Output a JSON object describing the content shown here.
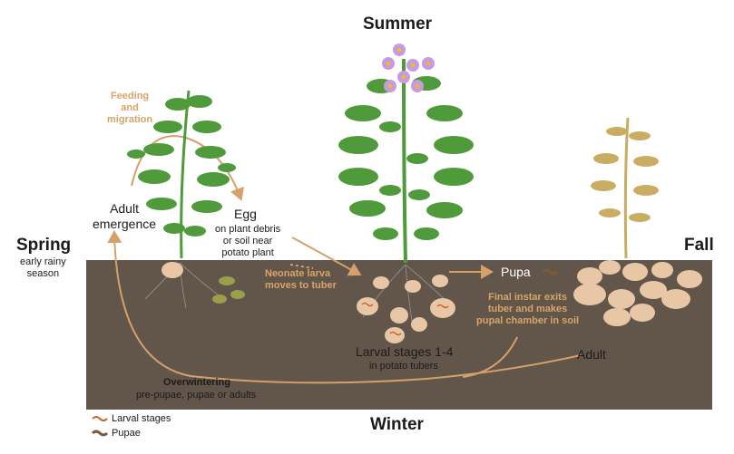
{
  "seasons": {
    "summer": "Summer",
    "spring": "Spring",
    "spring_note": [
      "early rainy",
      "season"
    ],
    "fall": "Fall",
    "winter": "Winter"
  },
  "stages": {
    "feeding": [
      "Feeding",
      "and",
      "migration"
    ],
    "adult_emergence": [
      "Adult",
      "emergence"
    ],
    "egg": "Egg",
    "egg_note": [
      "on plant debris",
      "or soil near",
      "potato plant"
    ],
    "neonate": [
      "Neonate larva",
      "moves to tuber"
    ],
    "pupa": "Pupa",
    "final_instar": [
      "Final instar exits",
      "tuber and makes",
      "pupal chamber in soil"
    ],
    "larval": "Larval stages 1-4",
    "larval_note": "in potato tubers",
    "adult": "Adult",
    "overwintering": "Overwintering",
    "overwintering_note": "pre-pupae, pupae or adults"
  },
  "legend": {
    "larval": "Larval stages",
    "pupae": "Pupae"
  },
  "colors": {
    "soil": "#62564b",
    "leaf": "#4f9a3a",
    "wilted_leaf": "#c8ad62",
    "tuber": "#e7c7a5",
    "arrow": "#d5a06a",
    "flower": "#c89be0",
    "larva": "#c8632f"
  }
}
